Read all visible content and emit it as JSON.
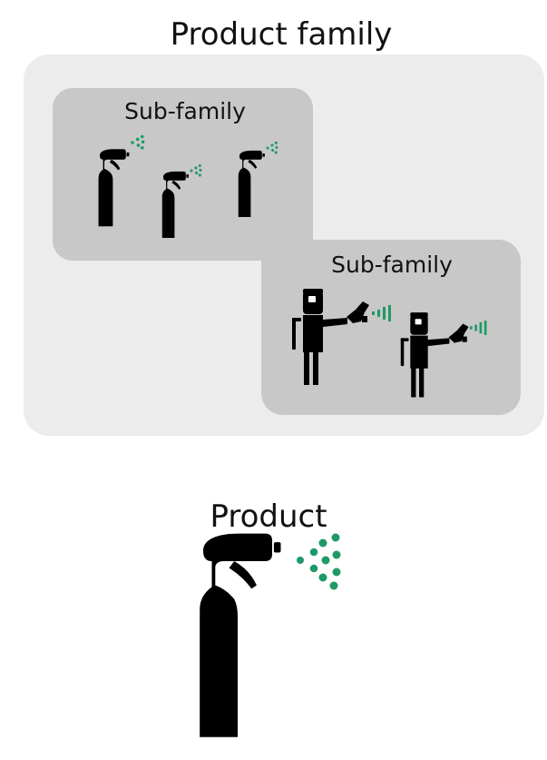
{
  "product_family": {
    "label": "Product family"
  },
  "subfamilies": [
    {
      "label": "Sub-family",
      "icon": "spray-bottle-icon"
    },
    {
      "label": "Sub-family",
      "icon": "spray-painter-icon"
    }
  ],
  "product": {
    "label": "Product",
    "icon": "spray-bottle-icon"
  },
  "colors": {
    "outer_panel": "#ececec",
    "subfamily_panel": "#c8c8c8",
    "icon": "#000000",
    "spray": "#1f9a67"
  }
}
